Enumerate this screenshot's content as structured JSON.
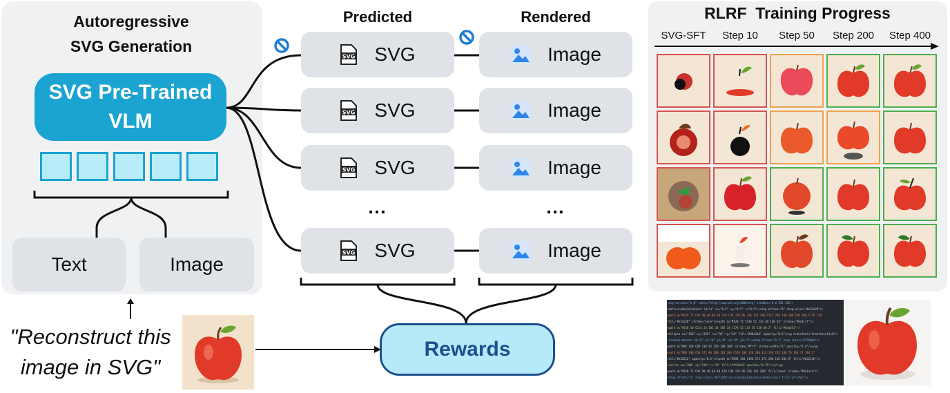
{
  "left_panel": {
    "title_line1": "Autoregressive",
    "title_line2": "SVG Generation",
    "vlm_line1": "SVG Pre-Trained",
    "vlm_line2": "VLM",
    "inputs": [
      "Text",
      "Image"
    ]
  },
  "prompt": {
    "line1": "\"Reconstruct this",
    "line2": "image in SVG\""
  },
  "columns": {
    "predicted": "Predicted",
    "rendered": "Rendered"
  },
  "rows": [
    {
      "svg": "SVG",
      "image": "Image"
    },
    {
      "svg": "SVG",
      "image": "Image"
    },
    {
      "svg": "SVG",
      "image": "Image"
    },
    {
      "svg": "SVG",
      "image": "Image"
    }
  ],
  "ellipsis": "…",
  "rewards": "Rewards",
  "training": {
    "title": "RLRF  Training Progress",
    "steps": [
      "SVG-SFT",
      "Step 10",
      "Step 50",
      "Step 200",
      "Step 400"
    ],
    "border_colors": [
      "#d7534e",
      "#d7534e",
      "#f0a24a",
      "#4cae4f",
      "#4cae4f"
    ]
  },
  "colors": {
    "vlm": "#1ba3d1",
    "rewards_fill": "#b6eaf8",
    "rewards_text": "#1d4f8f",
    "apple_red": "#e23a28",
    "no_sign": "#1e7fd0"
  }
}
